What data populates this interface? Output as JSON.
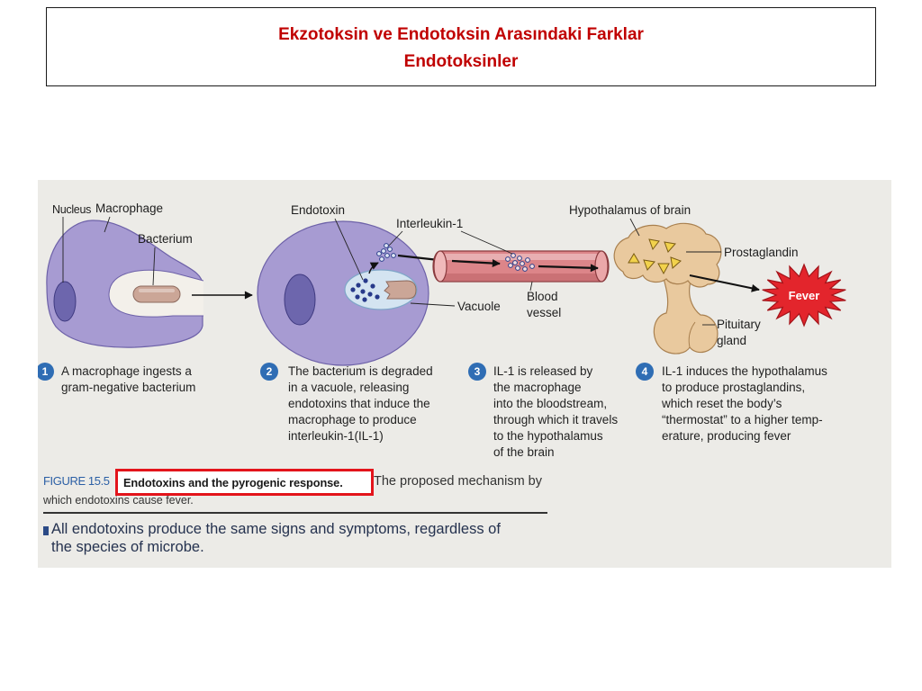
{
  "slide": {
    "title_lines": [
      "Ekzotoksin ve Endotoksin Arasındaki Farklar",
      "Endotoksinler"
    ],
    "title_color": "#c00000"
  },
  "figure": {
    "labels": {
      "nucleus": "Nucleus",
      "macrophage": "Macrophage",
      "bacterium": "Bacterium",
      "endotoxin": "Endotoxin",
      "interleukin": "Interleukin-1",
      "hypothalamus": "Hypothalamus of brain",
      "prostaglandin": "Prostaglandin",
      "vacuole": "Vacuole",
      "blood_vessel": [
        "Blood",
        "vessel"
      ],
      "pituitary_gland": [
        "Pituitary",
        "gland"
      ],
      "fever": "Fever"
    },
    "steps": [
      {
        "number": "1",
        "lines": [
          "A macrophage ingests a",
          "gram-negative bacterium"
        ]
      },
      {
        "number": "2",
        "lines": [
          "The bacterium is degraded",
          "in a vacuole, releasing",
          "endotoxins that induce the",
          "macrophage to produce",
          "interleukin-1(IL-1)"
        ]
      },
      {
        "number": "3",
        "lines": [
          "IL-1 is released by",
          "the macrophage",
          "into the bloodstream,",
          "through which it travels",
          "to the hypothalamus",
          "of the brain"
        ]
      },
      {
        "number": "4",
        "lines": [
          "IL-1 induces the hypothalamus",
          "to produce prostaglandins,",
          "which reset the body’s",
          "“thermostat” to a higher temp-",
          "erature, producing fever"
        ]
      }
    ],
    "caption": {
      "figure_number": "FIGURE 15.5",
      "title": "Endotoxins and the pyrogenic response.",
      "text_line1": "The proposed mechanism by",
      "text_line2": "which endotoxins cause fever."
    },
    "bullet": {
      "lines": [
        "All endotoxins produce the same signs and symptoms, regardless of",
        "the species of microbe."
      ]
    },
    "colors": {
      "paper": "#ecebe7",
      "macrophage": "#a79bd2",
      "nucleus": "#6d66ad",
      "vacuole": "#d4e4f1",
      "bacterium": "#cba697",
      "endotoxin_dots": "#27398a",
      "blood_vessel": "#dc8589",
      "hypothalamus": "#e9c99e",
      "prostaglandin": "#f2d24c",
      "fever": "#e3252c",
      "step_badge": "#2f6db4",
      "figure_number": "#2b5fa5",
      "highlight_box": "#e3141b",
      "bullet_text": "#25324f"
    }
  }
}
